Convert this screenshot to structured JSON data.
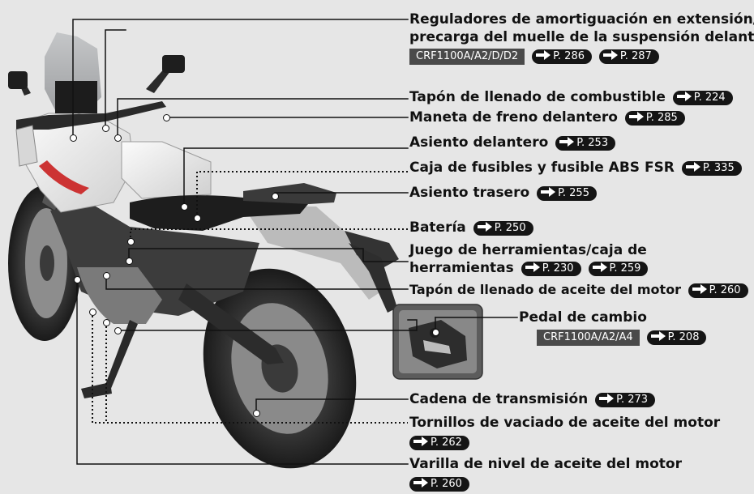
{
  "page": {
    "background": "#e6e6e6",
    "ref_color": "#151515",
    "model_color": "#4a4a4a",
    "labels": {
      "front_susp_line1": "Reguladores de amortiguación en extensión/",
      "front_susp_line2": "precarga del muelle de la suspensión delantera",
      "front_susp_model": "CRF1100A/A2/D/D2",
      "front_susp_ref1": "P. 286",
      "front_susp_ref2": "P. 287",
      "fuel_cap": "Tapón de llenado de combustible",
      "fuel_cap_ref": "P. 224",
      "front_brake": "Maneta de freno delantero",
      "front_brake_ref": "P. 285",
      "front_seat": "Asiento delantero",
      "front_seat_ref": "P. 253",
      "fuse_box": "Caja de fusibles y fusible ABS FSR",
      "fuse_box_ref": "P. 335",
      "rear_seat": "Asiento trasero",
      "rear_seat_ref": "P. 255",
      "battery": "Batería",
      "battery_ref": "P. 250",
      "tool_kit_line1": "Juego de herramientas/caja de",
      "tool_kit_line2": "herramientas",
      "tool_kit_ref1": "P. 230",
      "tool_kit_ref2": "P. 259",
      "oil_filler": "Tapón de llenado de aceite del motor",
      "oil_filler_ref": "P. 260",
      "gearshift": "Pedal de cambio",
      "gearshift_model": "CRF1100A/A2/A4",
      "gearshift_ref": "P. 208",
      "drive_chain": "Cadena de transmisión",
      "drive_chain_ref": "P. 273",
      "drain_bolts": "Tornillos de vaciado de aceite del motor",
      "drain_bolts_ref": "P. 262",
      "dipstick": "Varilla de nivel de aceite del motor",
      "dipstick_ref": "P. 260"
    }
  }
}
